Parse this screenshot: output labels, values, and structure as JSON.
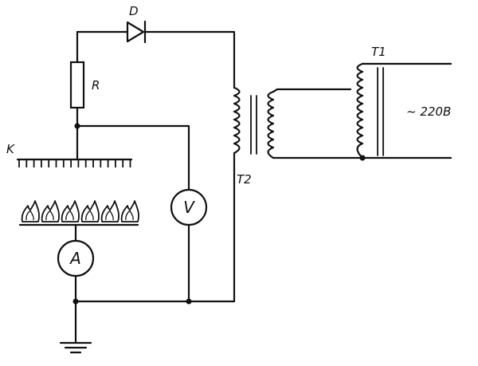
{
  "labels": {
    "diode": "D",
    "resistor": "R",
    "cathode": "K",
    "transformer1": "T1",
    "transformer2": "T2",
    "supply": "~ 220B"
  },
  "meters": {
    "voltmeter": "V",
    "ammeter": "A"
  }
}
